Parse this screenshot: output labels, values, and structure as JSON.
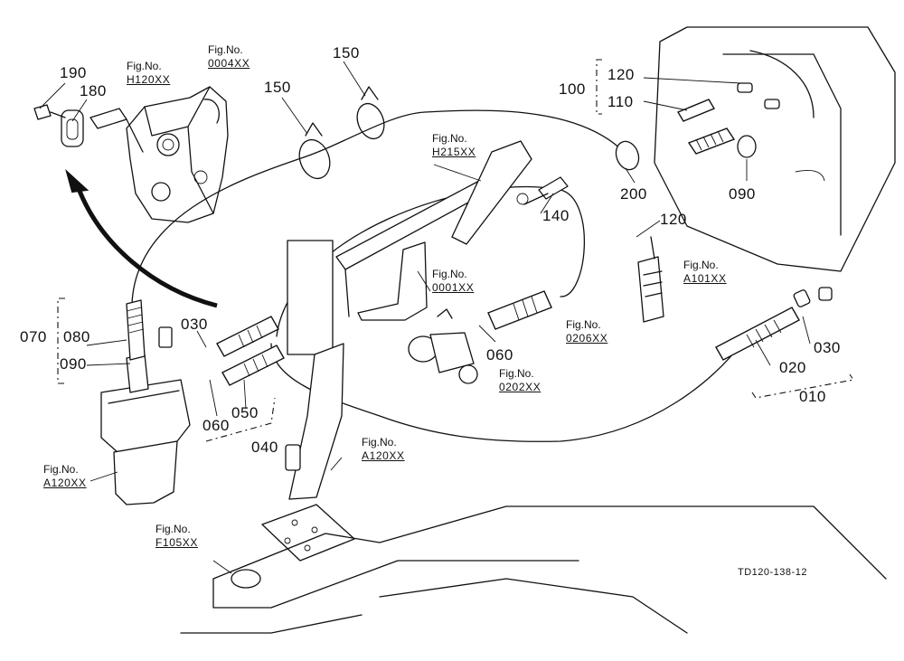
{
  "diagram": {
    "drawing_code": "TD120-138-12",
    "fig_label": "Fig.No.",
    "part_numbers": {
      "p190": "190",
      "p180": "180",
      "p150a": "150",
      "p150b": "150",
      "p100": "100",
      "p120a": "120",
      "p110": "110",
      "p090a": "090",
      "p200": "200",
      "p140": "140",
      "p120b": "120",
      "p070": "070",
      "p080": "080",
      "p090b": "090",
      "p030a": "030",
      "p060a": "060",
      "p050": "050",
      "p040": "040",
      "p060b": "060",
      "p030b": "030",
      "p020": "020",
      "p010": "010"
    },
    "figure_refs": {
      "h120": "H120XX",
      "f0004": "0004XX",
      "h215": "H215XX",
      "f0001": "0001XX",
      "a101": "A101XX",
      "f0206": "0206XX",
      "f0202": "0202XX",
      "a120_bracket": "A120XX",
      "a120_filter": "A120XX",
      "f105": "F105XX"
    }
  }
}
